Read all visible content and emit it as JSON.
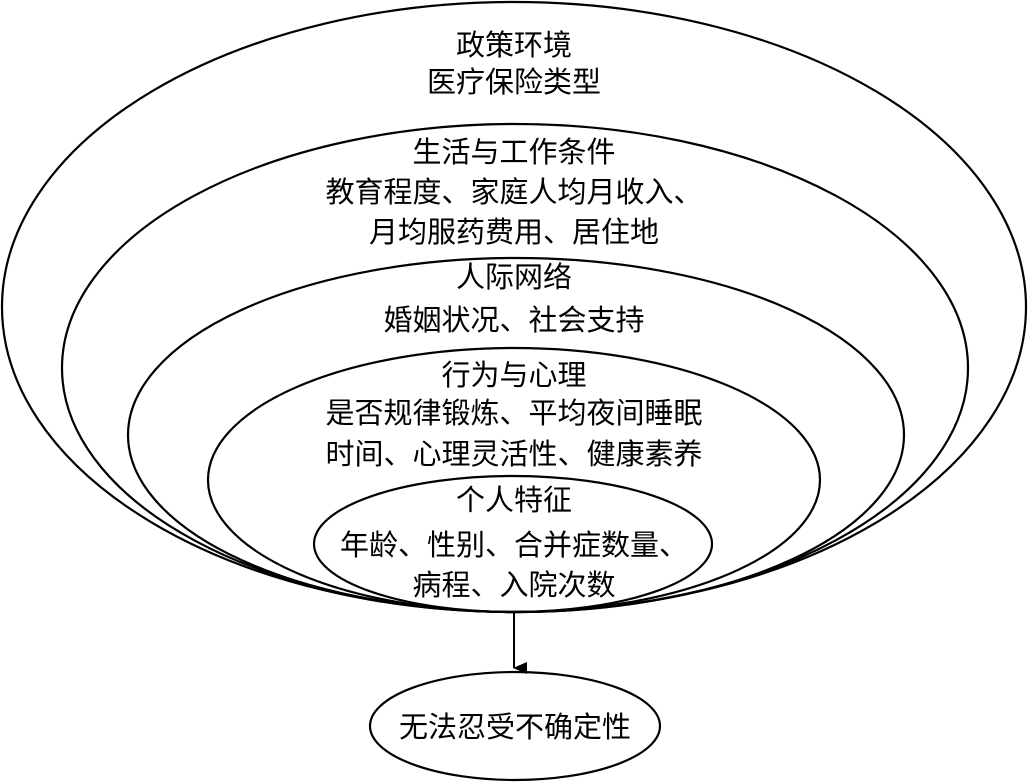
{
  "layers": [
    {
      "title": "政策环境",
      "lines": [
        "医疗保险类型"
      ]
    },
    {
      "title": "生活与工作条件",
      "lines": [
        "教育程度、家庭人均月收入、",
        "月均服药费用、居住地"
      ]
    },
    {
      "title": "人际网络",
      "lines": [
        "婚姻状况、社会支持"
      ]
    },
    {
      "title": "行为与心理",
      "lines": [
        "是否规律锻炼、平均夜间睡眠",
        "时间、心理灵活性、健康素养"
      ]
    },
    {
      "title": "个人特征",
      "lines": [
        "年龄、性别、合并症数量、",
        "病程、入院次数"
      ]
    }
  ],
  "outcome": "无法忍受不确定性"
}
